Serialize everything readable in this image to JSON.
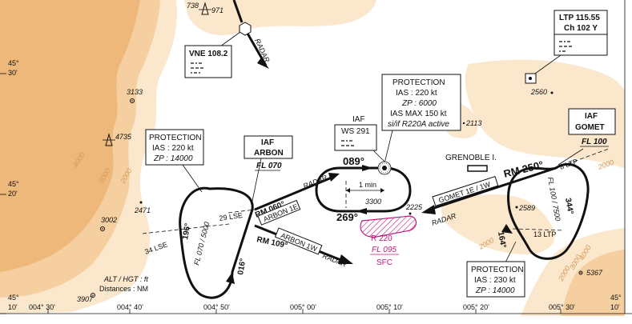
{
  "colors": {
    "terrain_light": "#fbe7cc",
    "terrain_mid": "#f5cf9f",
    "terrain_dark": "#eeb87a",
    "restricted": "#c2187a",
    "ink": "#111111"
  },
  "labels": {
    "top_elev_738": "738",
    "top_elev_971": "971",
    "radar_top": "RADAR",
    "vne": "VNE 108.2",
    "ltp_freq": "LTP 115.55",
    "ltp_ch": "Ch 102 Y",
    "lat_45_30_a": "45°",
    "lat_45_30_b": "30'",
    "lat_45_20_a": "45°",
    "lat_45_20_b": "20'",
    "lat_45_10_a": "45°",
    "lat_45_10_b": "10'",
    "elev_3133": "3133",
    "elev_4735": "4735",
    "elev_2471": "2471",
    "elev_3002": "3002",
    "elev_3907": "3907",
    "elev_2560": "2560",
    "elev_2113": "2113",
    "elev_2589": "2589",
    "elev_2225": "2225",
    "elev_5367": "5367",
    "contour_4000": "4000",
    "contour_3000": "3000",
    "contour_2000_a": "2000",
    "contour_2000_b": "2000",
    "contour_2000_c": "2000",
    "contour_2000_d": "2000",
    "contour_3000_b": "3000",
    "contour_4000_b": "4000",
    "prot_left_title": "PROTECTION",
    "prot_left_ias": "IAS : 220 kt",
    "prot_left_zp": "ZP : 14000",
    "iaf_arbon_iaf": "IAF",
    "iaf_arbon_name": "ARBON",
    "arbon_fl": "FL 070",
    "iaf_ws_iaf": "IAF",
    "iaf_ws_name": "WS 291",
    "prot_center_title": "PROTECTION",
    "prot_center_ias": "IAS : 220 kt",
    "prot_center_zp": "ZP : 6000",
    "prot_center_max": "IAS MAX 150 kt",
    "prot_center_cond": "si/if R220A active",
    "iaf_gomet_iaf": "IAF",
    "iaf_gomet_name": "GOMET",
    "gomet_fl": "FL 100",
    "grenoble": "GRENOBLE I.",
    "hdg_089": "089°",
    "hdg_269": "269°",
    "one_min": "1 min",
    "dist_3300": "3300",
    "r220": "R 220",
    "r220_fl": "FL 095",
    "r220_sfc": "SFC",
    "radar_center": "RADAR",
    "rm060": "RM 060°",
    "arbon1e": "ARBON 1E",
    "rm109": "RM 109°",
    "arbon1w": "ARBON 1W",
    "radar_low": "RADAR",
    "hdg_196": "196°",
    "hdg_016": "016°",
    "fl_left": "FL 070 / 5000",
    "lse29": "29 LSE",
    "lse34": "34 LSE",
    "gomet_route": "GOMET 1E / 1W",
    "radar_right": "RADAR",
    "rm250": "RM 250°",
    "hdg_164": "164°",
    "hdg_344": "344°",
    "fl_right": "FL 100 / 7500",
    "ltp8": "8 LTP",
    "ltp13": "13 LTP",
    "prot_right_title": "PROTECTION",
    "prot_right_ias": "IAS : 230 kt",
    "prot_right_zp": "ZP : 14000",
    "alt_note": "ALT / HGT : ft",
    "dist_note": "Distances : NM",
    "lon_004_30": "004° 30'",
    "lon_004_40": "004° 40'",
    "lon_004_50": "004° 50'",
    "lon_005_00": "005° 00'",
    "lon_005_10": "005° 10'",
    "lon_005_20": "005° 20'",
    "lon_005_30": "005° 30'",
    "lat_45_10_bottom": "10'",
    "lat_45_bottom": "45°"
  }
}
